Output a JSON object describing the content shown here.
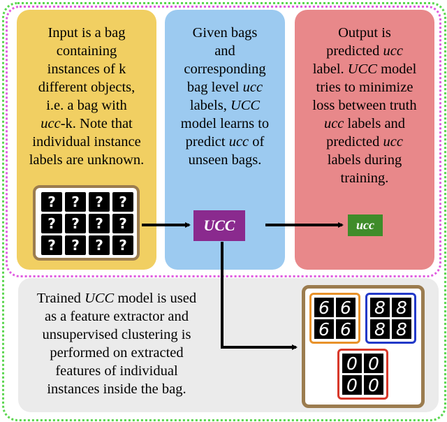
{
  "panels": {
    "input_text": [
      "Input is a bag",
      "containing",
      "instances of k",
      "different objects,",
      "i.e. a bag with"
    ],
    "input_line6_ucc": "ucc",
    "input_line6_rest": "-k. Note that",
    "input_text2": [
      "individual instance",
      "labels are unknown."
    ],
    "model_l1": "Given bags",
    "model_l2": "and",
    "model_l3": "corresponding",
    "model_l4_a": "bag level ",
    "model_l4_b": "ucc",
    "model_l5_a": "labels, ",
    "model_l5_b": "UCC",
    "model_l6": "model learns to",
    "model_l7_a": "predict ",
    "model_l7_b": "ucc",
    "model_l7_c": " of",
    "model_l8": "unseen bags.",
    "output_l1": "Output is",
    "output_l2_a": "predicted ",
    "output_l2_b": "ucc",
    "output_l3_a": "label. ",
    "output_l3_b": "UCC",
    "output_l3_c": " model",
    "output_l4": "tries to minimize",
    "output_l5": "loss between truth",
    "output_l6_a": "ucc",
    "output_l6_b": " labels and",
    "output_l7_a": "predicted ",
    "output_l7_b": "ucc",
    "output_l8": "labels during",
    "output_l9": "training.",
    "bottom_l1_a": "Trained ",
    "bottom_l1_b": "UCC",
    "bottom_l1_c": " model is used",
    "bottom_l2": "as a feature extractor and",
    "bottom_l3": "unsupervised clustering is",
    "bottom_l4": "performed on extracted",
    "bottom_l5": "features of individual",
    "bottom_l6": "instances inside the bag."
  },
  "ucc_model_label": "UCC",
  "ucc_output_label": "ucc",
  "bag_cells": [
    "?",
    "?",
    "?",
    "?",
    "?",
    "?",
    "?",
    "?",
    "?",
    "?",
    "?",
    "?"
  ],
  "clusters": {
    "orange": [
      "6",
      "6",
      "6",
      "6"
    ],
    "blue": [
      "8",
      "8",
      "8",
      "8"
    ],
    "red": [
      "0",
      "0",
      "0",
      "0"
    ]
  },
  "colors": {
    "input_panel": "#f1cf62",
    "model_panel": "#9ccaf0",
    "output_panel": "#e8888a",
    "bottom_panel": "#ebebeb",
    "ucc_box": "#8a2a8e",
    "ucc_output": "#3f8c2a",
    "frame": "#9b7c4f"
  }
}
